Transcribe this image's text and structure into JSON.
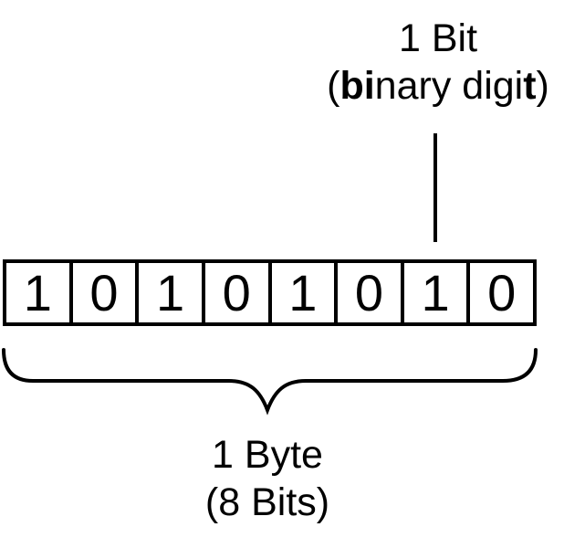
{
  "bit_label": {
    "line1": "1 Bit",
    "open_paren": "(",
    "bold_start": "bi",
    "middle": "nary digi",
    "bold_end": "t",
    "close_paren": ")"
  },
  "bits": [
    "1",
    "0",
    "1",
    "0",
    "1",
    "0",
    "1",
    "0"
  ],
  "byte_label": {
    "line1": "1 Byte",
    "line2": "(8 Bits)"
  },
  "colors": {
    "background": "#ffffff",
    "ink": "#000000"
  }
}
